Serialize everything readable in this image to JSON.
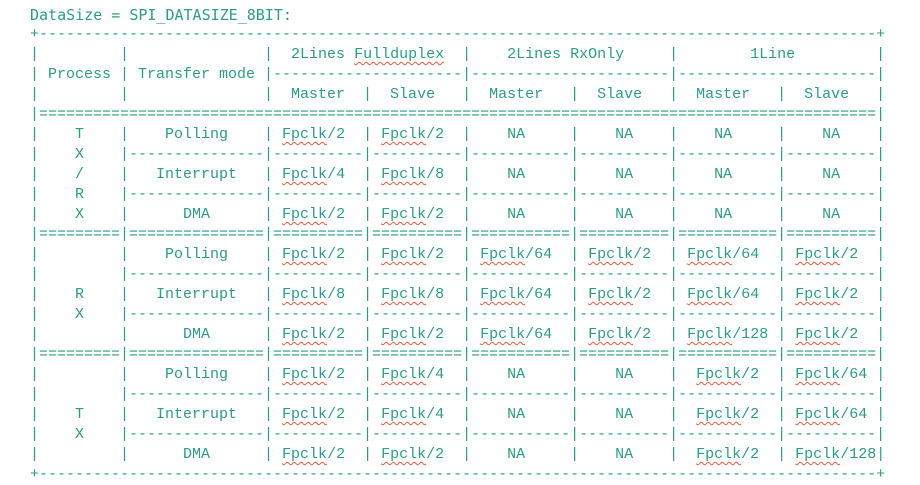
{
  "colors": {
    "text": "#2e9b87",
    "squiggle": "#e05c3a",
    "background": "#ffffff"
  },
  "header": {
    "title": "DataSize = SPI_DATASIZE_8BIT:"
  },
  "spellcheck": {
    "words": [
      "Fullduplex",
      "Fpclk"
    ]
  },
  "table": {
    "headers": {
      "process": "Process",
      "mode": "Transfer mode"
    },
    "column_groups": [
      "2Lines Fullduplex",
      "2Lines RxOnly",
      "1Line"
    ],
    "sub_columns": [
      "Master",
      "Slave"
    ],
    "row_groups": [
      {
        "process": "T X / R X",
        "rows": [
          {
            "mode": "Polling",
            "values": [
              "Fpclk/2",
              "Fpclk/2",
              "NA",
              "NA",
              "NA",
              "NA"
            ]
          },
          {
            "mode": "Interrupt",
            "values": [
              "Fpclk/4",
              "Fpclk/8",
              "NA",
              "NA",
              "NA",
              "NA"
            ]
          },
          {
            "mode": "DMA",
            "values": [
              "Fpclk/2",
              "Fpclk/2",
              "NA",
              "NA",
              "NA",
              "NA"
            ]
          }
        ]
      },
      {
        "process": "R X",
        "rows": [
          {
            "mode": "Polling",
            "values": [
              "Fpclk/2",
              "Fpclk/2",
              "Fpclk/64",
              "Fpclk/2",
              "Fpclk/64",
              "Fpclk/2"
            ]
          },
          {
            "mode": "Interrupt",
            "values": [
              "Fpclk/8",
              "Fpclk/8",
              "Fpclk/64",
              "Fpclk/2",
              "Fpclk/64",
              "Fpclk/2"
            ]
          },
          {
            "mode": "DMA",
            "values": [
              "Fpclk/2",
              "Fpclk/2",
              "Fpclk/64",
              "Fpclk/2",
              "Fpclk/128",
              "Fpclk/2"
            ]
          }
        ]
      },
      {
        "process": "T X",
        "rows": [
          {
            "mode": "Polling",
            "values": [
              "Fpclk/2",
              "Fpclk/4",
              "NA",
              "NA",
              "Fpclk/2",
              "Fpclk/64"
            ]
          },
          {
            "mode": "Interrupt",
            "values": [
              "Fpclk/2",
              "Fpclk/4",
              "NA",
              "NA",
              "Fpclk/2",
              "Fpclk/64"
            ]
          },
          {
            "mode": "DMA",
            "values": [
              "Fpclk/2",
              "Fpclk/2",
              "NA",
              "NA",
              "Fpclk/2",
              "Fpclk/128"
            ]
          }
        ]
      }
    ]
  },
  "ascii_table": {
    "lines": [
      "+---------------------------------------------------------------------------------------------+",
      "|         |               |  2Lines Fullduplex  |    2Lines RxOnly     |        1Line         |",
      "| Process | Transfer mode |---------------------|----------------------|----------------------|",
      "|         |               |  Master  |  Slave   |  Master   |  Slave   |  Master   |  Slave   |",
      "|=============================================================================================|",
      "|    T    |    Polling    | Fpclk/2  | Fpclk/2  |    NA     |    NA    |    NA     |    NA    |",
      "|    X    |---------------|----------|----------|-----------|----------|-----------|----------|",
      "|    /    |   Interrupt   | Fpclk/4  | Fpclk/8  |    NA     |    NA    |    NA     |    NA    |",
      "|    R    |---------------|----------|----------|-----------|----------|-----------|----------|",
      "|    X    |      DMA      | Fpclk/2  | Fpclk/2  |    NA     |    NA    |    NA     |    NA    |",
      "|=========|===============|==========|==========|===========|==========|===========|==========|",
      "|         |    Polling    | Fpclk/2  | Fpclk/2  | Fpclk/64  | Fpclk/2  | Fpclk/64  | Fpclk/2  |",
      "|         |---------------|----------|----------|-----------|----------|-----------|----------|",
      "|    R    |   Interrupt   | Fpclk/8  | Fpclk/8  | Fpclk/64  | Fpclk/2  | Fpclk/64  | Fpclk/2  |",
      "|    X    |---------------|----------|----------|-----------|----------|-----------|----------|",
      "|         |      DMA      | Fpclk/2  | Fpclk/2  | Fpclk/64  | Fpclk/2  | Fpclk/128 | Fpclk/2  |",
      "|=========|===============|==========|==========|===========|==========|===========|==========|",
      "|         |    Polling    | Fpclk/2  | Fpclk/4  |    NA     |    NA    |  Fpclk/2  | Fpclk/64 |",
      "|         |---------------|----------|----------|-----------|----------|-----------|----------|",
      "|    T    |   Interrupt   | Fpclk/2  | Fpclk/4  |    NA     |    NA    |  Fpclk/2  | Fpclk/64 |",
      "|    X    |---------------|----------|----------|-----------|----------|-----------|----------|",
      "|         |      DMA      | Fpclk/2  | Fpclk/2  |    NA     |    NA    |  Fpclk/2  | Fpclk/128|",
      "+---------------------------------------------------------------------------------------------+"
    ]
  }
}
